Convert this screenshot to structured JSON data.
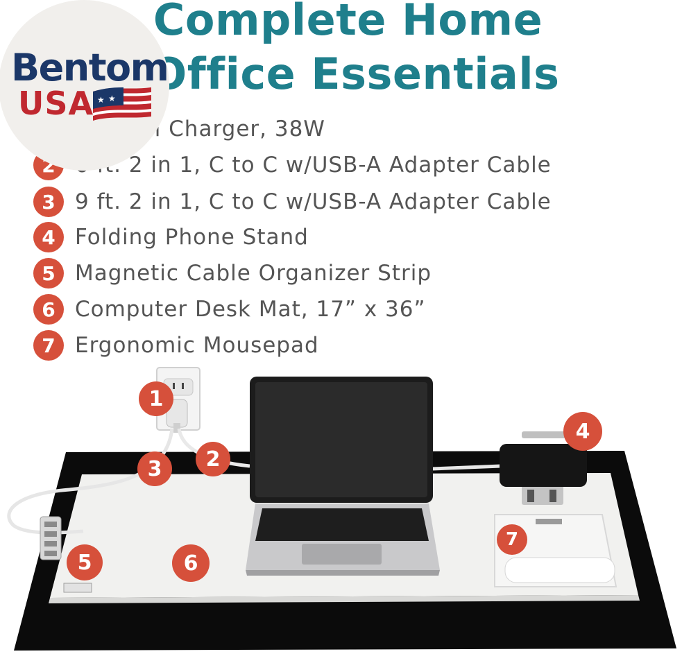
{
  "title": {
    "line1": "Complete Home",
    "line2": "Office Essentials"
  },
  "logo": {
    "brand": "Bentom",
    "country": "USA"
  },
  "items": [
    {
      "num": "1",
      "label": "PD Wall Charger, 38W"
    },
    {
      "num": "2",
      "label": "6 ft. 2 in 1, C to C w/USB-A Adapter Cable"
    },
    {
      "num": "3",
      "label": "9 ft. 2 in 1, C to C w/USB-A Adapter Cable"
    },
    {
      "num": "4",
      "label": "Folding Phone Stand"
    },
    {
      "num": "5",
      "label": "Magnetic Cable Organizer Strip"
    },
    {
      "num": "6",
      "label": "Computer Desk Mat, 17” x 36”"
    },
    {
      "num": "7",
      "label": "Ergonomic Mousepad"
    }
  ],
  "badges": [
    "1",
    "2",
    "3",
    "4",
    "5",
    "6",
    "7"
  ],
  "colors": {
    "title": "#1f7f8c",
    "badge": "#d6503b",
    "text": "#555555",
    "logo_blue": "#1b3768",
    "logo_red": "#c0282f"
  }
}
